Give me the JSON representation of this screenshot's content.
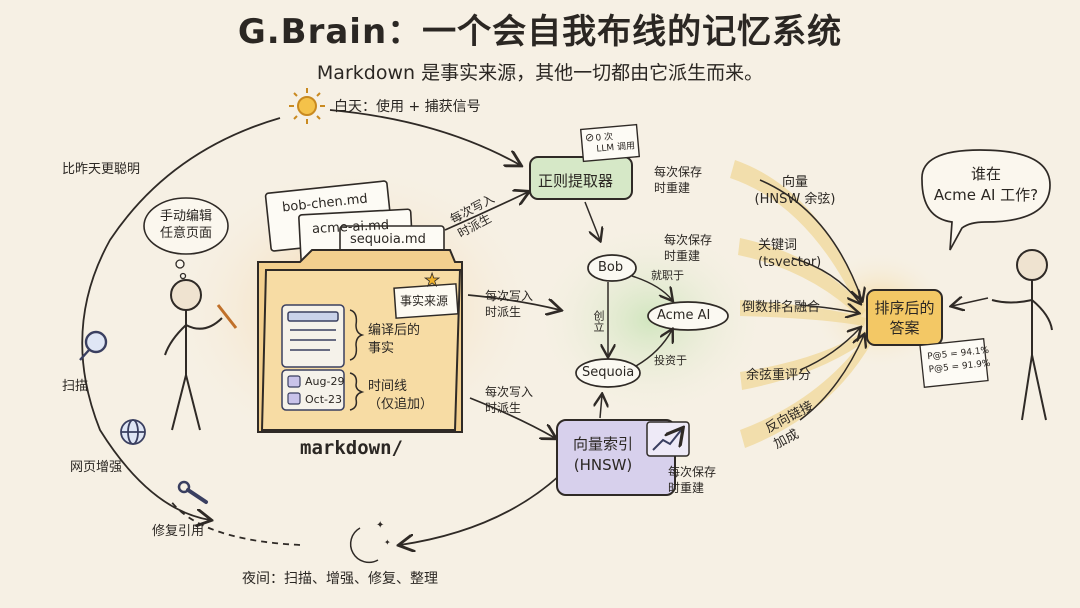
{
  "title": "G.Brain：一个会自我布线的记忆系统",
  "subtitle": "Markdown 是事实来源，其他一切都由它派生而来。",
  "cycle": {
    "day": "白天：使用 + 捕获信号",
    "smarter": "比昨天更聪明",
    "edit_bubble": [
      "手动编辑",
      "任意页面"
    ],
    "scan": "扫描",
    "web_enrich": "网页增强",
    "fix_refs": "修复引用",
    "night": "夜间：扫描、增强、修复、整理"
  },
  "folder": {
    "files": [
      "bob-chen.md",
      "acme-ai.md",
      "sequoia.md"
    ],
    "source_tag": "事实来源",
    "compiled": [
      "编译后的",
      "事实"
    ],
    "timeline": [
      "时间线",
      "（仅追加）"
    ],
    "dates": [
      "Aug-29",
      "Oct-23"
    ],
    "label": "markdown/"
  },
  "flows": {
    "derive_on_write": [
      "每次写入",
      "时派生"
    ],
    "rebuild_on_save": [
      "每次保存",
      "时重建"
    ]
  },
  "regex": {
    "label": "正则提取器",
    "badge": [
      "0 次",
      "LLM 调用"
    ]
  },
  "graph": {
    "nodes": [
      "Bob",
      "Acme AI",
      "Sequoia"
    ],
    "edges": [
      "就职于",
      "创立",
      "投资于"
    ]
  },
  "vector": {
    "label": [
      "向量索引",
      "(HNSW)"
    ]
  },
  "retrieval": {
    "vector": [
      "向量",
      "(HNSW 余弦)"
    ],
    "keyword": [
      "关键词",
      "(tsvector)"
    ],
    "rrf": "倒数排名融合",
    "cosine_rescore": "余弦重评分",
    "backlink": [
      "反向链接",
      "加成"
    ]
  },
  "answer": {
    "label": [
      "排序后的",
      "答案"
    ],
    "metrics": [
      "P@5 = 94.1%",
      "P@5 = 91.9%"
    ]
  },
  "question": [
    "谁在",
    "Acme AI 工作?"
  ]
}
